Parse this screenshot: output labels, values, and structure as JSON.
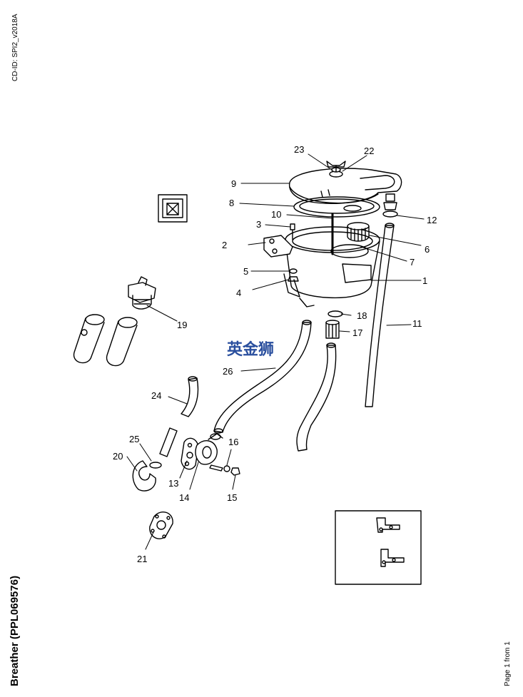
{
  "document": {
    "id": "CD-ID: SPI2_v2018A",
    "title": "Breather (PPL069576)",
    "page": "Page 1 from 1"
  },
  "watermark": "英金狮",
  "callouts": [
    "1",
    "2",
    "3",
    "4",
    "5",
    "6",
    "7",
    "8",
    "9",
    "10",
    "11",
    "12",
    "13",
    "14",
    "15",
    "16",
    "17",
    "18",
    "19",
    "20",
    "21",
    "22",
    "23",
    "24",
    "25",
    "26"
  ],
  "colors": {
    "line": "#000000",
    "watermark": "#2a4f9e",
    "background": "#ffffff"
  }
}
